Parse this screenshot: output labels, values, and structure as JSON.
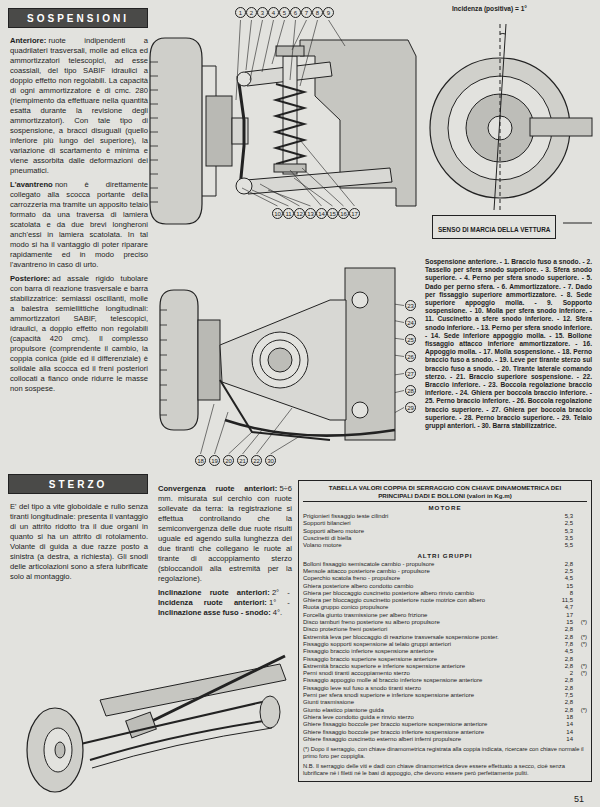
{
  "diagram": {
    "nodes": [
      {
        "text": [
          "SOSPENSIONI"
        ]
      },
      {
        "text": [
          "1"
        ]
      },
      {
        "text": [
          "2"
        ]
      },
      {
        "text": [
          "3"
        ]
      },
      {
        "text": [
          "4"
        ]
      },
      {
        "text": [
          "5"
        ]
      },
      {
        "text": [
          "6"
        ]
      },
      {
        "text": [
          "7"
        ]
      },
      {
        "text": [
          "8"
        ]
      },
      {
        "text": [
          "9"
        ]
      },
      {
        "text": [
          "10"
        ]
      },
      {
        "text": [
          "11"
        ]
      },
      {
        "text": [
          "12"
        ]
      },
      {
        "text": [
          "13"
        ]
      },
      {
        "text": [
          "14"
        ]
      },
      {
        "text": [
          "15"
        ]
      },
      {
        "text": [
          "16"
        ]
      },
      {
        "text": [
          "17"
        ]
      },
      {
        "text": [
          "SENSO DI MARCIA DELLA VETTURA"
        ]
      },
      {
        "text": [
          "23"
        ]
      },
      {
        "text": [
          "24"
        ]
      },
      {
        "text": [
          "25"
        ]
      },
      {
        "text": [
          "26"
        ]
      },
      {
        "text": [
          "27"
        ]
      },
      {
        "text": [
          "28"
        ]
      },
      {
        "text": [
          "29"
        ]
      },
      {
        "text": [
          "18"
        ]
      },
      {
        "text": [
          "19"
        ]
      },
      {
        "text": [
          "20"
        ]
      },
      {
        "text": [
          "21"
        ]
      },
      {
        "text": [
          "22"
        ]
      },
      {
        "text": [
          "30"
        ]
      },
      {
        "text": [
          "STERZO"
        ]
      },
      {
        "text": [
          "TABELLA VALORI COPPIA DI SERRAGGIO CON CHIAVE DINAMOMETRICA DEI PRINCIPALI DADI E BOLLONI (valori in Kg.m)"
        ]
      }
    ],
    "labels": [
      "Anteriore:",
      "ruote indipendenti a quadrilateri trasversali, molle ad elica ed ammortizzatori telescopici, ad esse coassiali, del tipo SABIF idraulici a doppio effetto non regolabili. La capacità di ogni ammortizzatore è di cmc. 280 (riempimento da effettuare nella quantità esatta durante la revisione degli ammortizzatori). Con tale tipo di sospensione, a bracci disuguali (quello inferiore più lungo del superiore), la variazione di scartamento è minima e viene assorbita dalle deformazioni dei pneumatici.",
      "L'avantreno",
      "non è direttamente collegato alla scocca portante della carrozzeria ma tramite un apposito telaio formato da una traversa di lamiera scatolata e da due brevi longheroni anch'essi in lamiera scatolata. In tal modo si ha il vantaggio di poter riparare rapidamente ed in modo preciso l'avantreno in caso di urto.",
      "Posteriore:",
      "ad assale rigido tubolare con barra di reazione trasversale e barra stabilizzatrice: semiassi oscillanti, molle a balestra semiellittiche longitudinali: ammortizzatori SABIF, telescopici, idraulici, a doppio effetto non regolabili (capacità 420 cmc). Il complesso propulsore (comprendente il cambio, la coppia conica (pide ed il differenziale) è solidale alla scocca ed il freni posteriori collocati a fianco onde ridurre le masse non sospese.",
      "E' del tipo a vite globoidale e rullo senza tiranti longitudinale: presenta il vantaggio di un attrito ridotto tra il due organi in quanto si ha un attrito di rotolamento. Volante di guida a due razze posto a sinistra (a destra, a richiesta). Gli snodi delle articolazioni sono a sfera lubrificate solo al montaggio.",
      "Convergenza ruote anteriori:",
      "5÷6 mm. misurata sul cerchio con ruote sollevate da terra: la registrazione si effettua controllando che la semiconvergenza delle due ruote risulti uguale ed agendo sulla lunghezza dei due tiranti che collegano le ruote al tirante di accoppiamento sterzo (sbloccandoli alla estremità per la regolazione).",
      "Inclinazione ruote anteriori:",
      "2° -",
      "Incidenza ruote anteriori:",
      "1° -",
      "Inclinazione asse fuso - snodo:",
      "4°.",
      "Incidenza (positiva) = 1°",
      "Sospensione anteriore.",
      "- 1. Braccio fuso a snodo. - 2. Tassello per sfera snodo superiore. - 3. Sfera snodo superiore. - 4. Perno per sfera snodo superiore. - 5. Dado per perno sfera. - 6. Ammortizzatore. - 7. Dado per fissaggio superiore ammortizzatore. - 8. Sede superiore appoggio molla. - 9. Sopporto sospensione. - 10. Molla per sfera snodo inferiore. - 11. Cuscinetto a sfere snodo inferiore. - 12. Sfera snodo inferiore. - 13. Perno per sfera snodo inferiore. - 14. Sede inferiore appoggio molla. - 15. Bollone fissaggio attacco inferiore ammortizzatore. - 16. Appoggio molla. - 17. Molla sospensione. - 18. Perno braccio fuso a snodo. - 19. Leve per tirante sterzo sul braccio fuso a snodo. - 20. Tirante laterale comando sterzo. - 21. Braccio superiore sospensione. - 22. Braccio inferiore. - 23. Boccola regolazione braccio inferiore. - 24. Ghiera per boccola braccio inferiore. - 25. Perno braccio inferiore. - 26. Boccola regolazione braccio superiore. - 27. Ghiera per boccola braccio superiore. - 28. Perno braccio superiore. - 29. Telaio gruppi anteriori. - 30. Barra stabilizzatrice.",
      "MOTORE",
      "Prigionieri fissaggio teste cilindri",
      "5,3",
      "Sopporti bilancieri",
      "2,5",
      "Sopporti albero motore",
      "5,3",
      "Cuscinetti di biella",
      "3,5",
      "Volano motore",
      "5,5",
      "ALTRI GRUPPI",
      "Bolloni fissaggio semiscatole cambio - propulsore",
      "2,8",
      "Mensole attacco posteriore cambio - propulsore",
      "2,5",
      "Coperchio scatola freno - propulsore",
      "4,5",
      "Ghiera posteriore albero condotto cambio",
      "15",
      "Ghiera per bloccaggio cuscinetto posteriore albero rinvio cambio",
      "8",
      "Ghiera per bloccaggio cuscinetto posteriore ruote motrice con albero",
      "11,5",
      "Ruota gruppo conico propulsore",
      "4,7",
      "Forcella giunto trasmissione per albero frizione",
      "17",
      "Disco tamburi freno posteriore su albero propulsore",
      "15",
      "(*)",
      "Disco protezione freni posteriori",
      "2,8",
      "Estremità leva per bloccaggio di reazione trasversale sospensione poster.",
      "2,8",
      "(*)",
      "Fissaggio sopporti sospensione al telaio gruppi anteriori",
      "7,8",
      "(*)",
      "Fissaggio braccio inferiore sospensione anteriore",
      "4,5",
      "Fissaggio braccio superiore sospensione anteriore",
      "2,8",
      "Estremità braccio superiore e inferiore sospensione anteriore",
      "2,8",
      "(*)",
      "Perni snodi tiranti accoppiamento sterzo",
      "2",
      "(*)",
      "Fissaggio appoggio molle al braccio inferiore sospensione anteriore",
      "2,8",
      "Fissaggio leve sul fuso a snodo tiranti sterzo",
      "2,8",
      "Perni per sfera snodi superiore e inferiore sospensione anteriore",
      "7,5",
      "Giunti trasmissione",
      "2,8",
      "Giunto elastico piantone guida",
      "2,8",
      "(*)",
      "Ghiera leve condotto guida e rinvio sterzo",
      "18",
      "Ghiere fissaggio boccole per braccio superiore sospensione anteriore",
      "14",
      "Ghiere fissaggio boccole per braccio inferiore sospensione anteriore",
      "14",
      "Ghiere fissaggio cuscinetto esterno alberi inferni propulsore",
      "14",
      "(*) Dopo il serraggio, con chiave dinamometrica registrata alla coppia indicata, ricercare con chiave normale il primo foro per coppiglia.",
      "N.B. Il serraggio delle viti e dadi con chiave dinamometrica deve essere effettuato a secco, cioè senza lubrificare né i filetti né le basi di appoggio, che devono essere però perfettamente puliti.",
      "51"
    ]
  }
}
